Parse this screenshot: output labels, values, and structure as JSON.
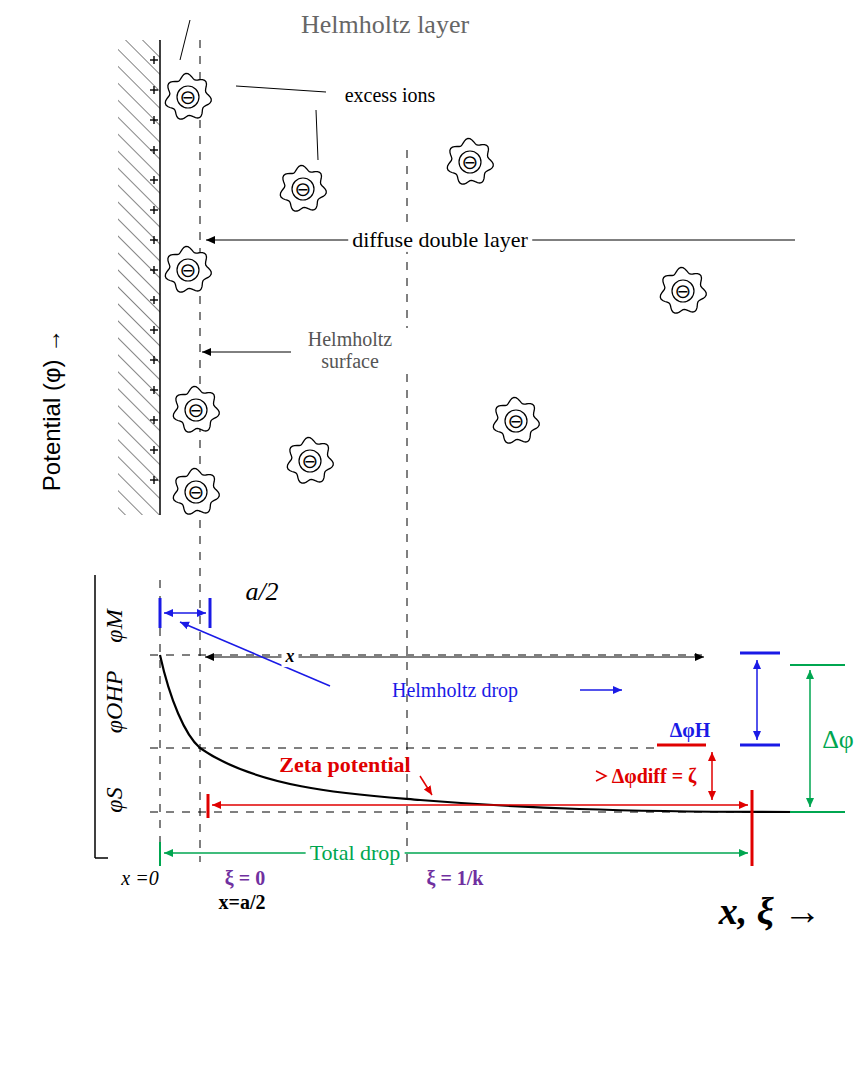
{
  "diagram": {
    "nodes": [
      {
        "text": [
          "⊖"
        ]
      },
      {
        "text": [
          "⊖"
        ]
      },
      {
        "text": [
          "⊖"
        ]
      },
      {
        "text": [
          "⊖"
        ]
      },
      {
        "text": [
          "⊖"
        ]
      },
      {
        "text": [
          "⊖"
        ]
      },
      {
        "text": [
          "⊖"
        ]
      },
      {
        "text": [
          "⊖"
        ]
      },
      {
        "text": [
          "⊖"
        ]
      }
    ],
    "edges": [],
    "labels": [
      "Helmholtz layer",
      "excess ions",
      "diffuse double layer",
      "Helmholtz surface",
      "Potential (φ) →",
      "a/2",
      "φM",
      "φOHP",
      "φS",
      "x",
      "Helmholtz drop",
      "ΔφH",
      "Δφ",
      "Zeta potential",
      "Δφdiff = ζ",
      "Total drop",
      "x =0",
      "ξ = 0",
      "x=a/2",
      "ξ = 1/k",
      "x, ξ →"
    ]
  }
}
